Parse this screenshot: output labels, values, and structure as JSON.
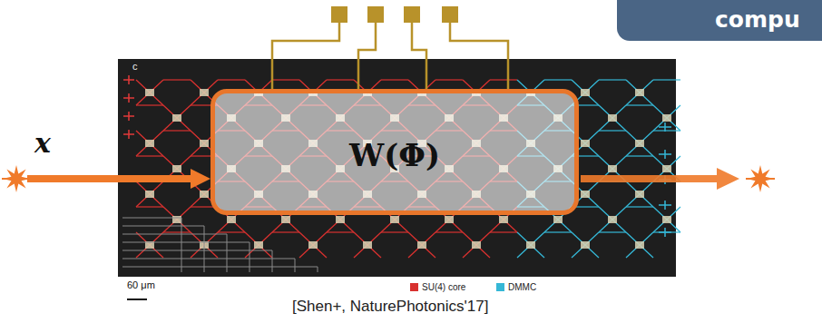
{
  "diagram": {
    "nodes": [
      {
        "text": [
          "compu"
        ]
      },
      {
        "text": [
          "W(Φ)"
        ]
      }
    ],
    "labels": [
      "x",
      "c",
      "60 μm",
      "[Shen+, NaturePhotonics'17]"
    ],
    "legend": [
      {
        "text": "SU(4) core",
        "color": "#d8312f"
      },
      {
        "text": "DMMC",
        "color": "#35b7d6"
      }
    ]
  }
}
